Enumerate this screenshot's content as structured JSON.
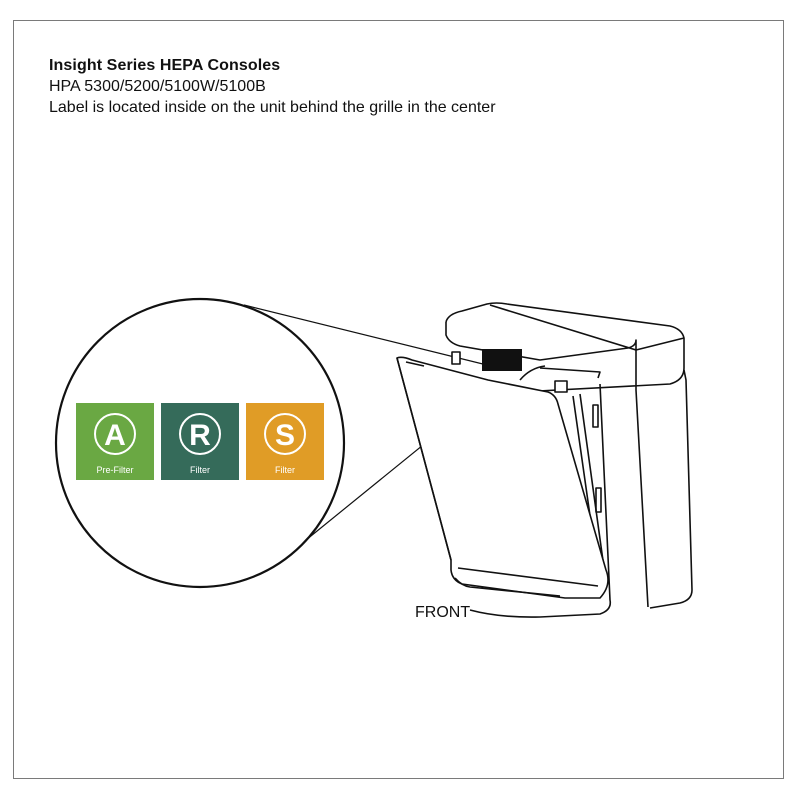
{
  "header": {
    "title": "Insight Series HEPA Consoles",
    "models": "HPA 5300/5200/5100W/5100B",
    "note": "Label is located inside on the unit behind the grille in the center"
  },
  "diagram": {
    "front_label": "FRONT",
    "badges": [
      {
        "letter": "A",
        "caption": "Pre-Filter",
        "color": "#6aa843"
      },
      {
        "letter": "R",
        "caption": "Filter",
        "color": "#356b5a"
      },
      {
        "letter": "S",
        "caption": "Filter",
        "color": "#e09c26"
      }
    ]
  }
}
